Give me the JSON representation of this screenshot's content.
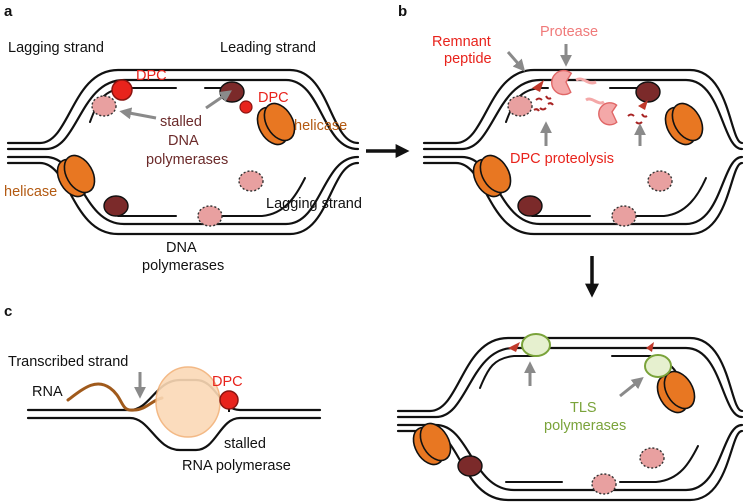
{
  "panels": {
    "a": "a",
    "b": "b",
    "c": "c"
  },
  "labels": {
    "lagging_strand_top": "Lagging strand",
    "leading_strand": "Leading strand",
    "dpc_a_left": "DPC",
    "dpc_a_right": "DPC",
    "helicase_right": "helicase",
    "helicase_left": "helicase",
    "stalled": "stalled",
    "dna": "DNA",
    "polymerases_a": "polymerases",
    "lagging_strand_bottom": "Lagging strand",
    "dna_bottom": "DNA",
    "polymerases_bottom": "polymerases",
    "remnant": "Remnant",
    "peptide": "peptide",
    "protease": "Protease",
    "dpc_proteolysis": "DPC proteolysis",
    "tls": "TLS",
    "tls_polymerases": "polymerases",
    "transcribed_strand": "Transcribed strand",
    "rna": "RNA",
    "dpc_c": "DPC",
    "stalled_c": "stalled",
    "rna_polymerase": "RNA polymerase"
  },
  "colors": {
    "dpc_red": "#e8231c",
    "helicase_orange": "#e87722",
    "helicase_text": "#b35a12",
    "polymerase_dark": "#7b2a2a",
    "polymerase_pink": "#e8a0a0",
    "protease_pink": "#f4a8a8",
    "tls_green": "#7aa33a",
    "stalled_text": "#6b2a2a",
    "rna_brown": "#a05a1c",
    "rnap_fill": "#fbd9b6"
  }
}
